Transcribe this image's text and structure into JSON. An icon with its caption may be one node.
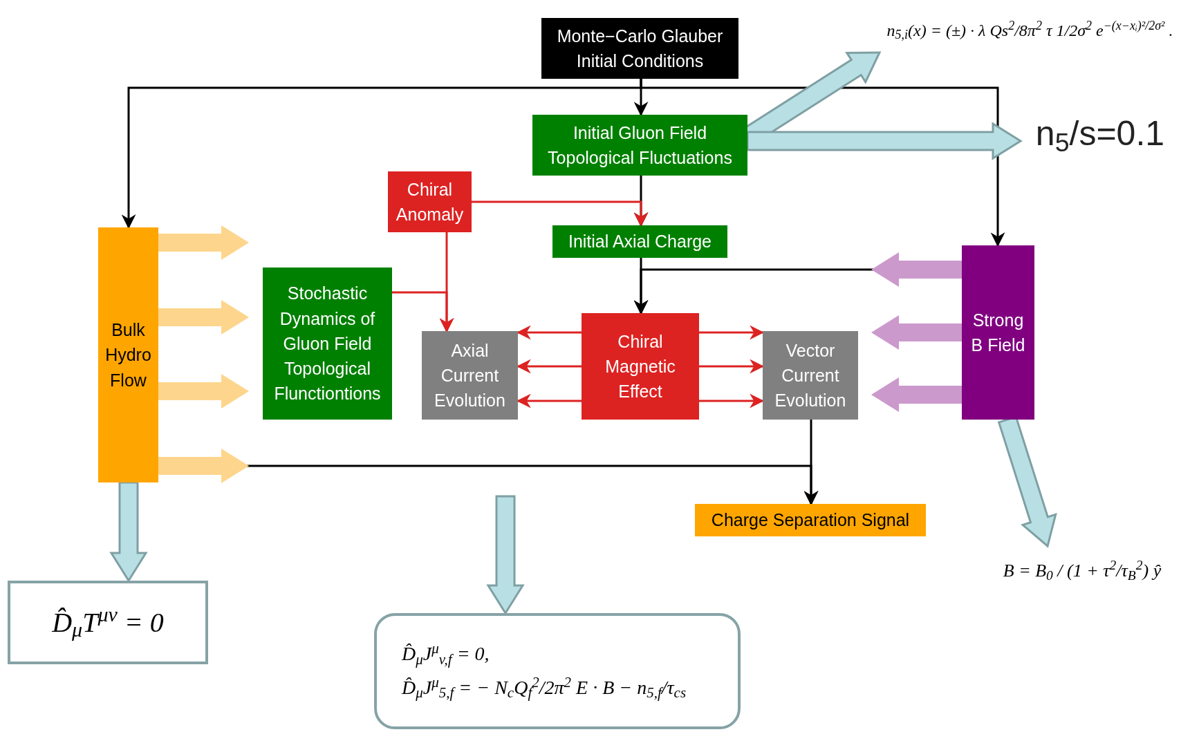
{
  "diagram": {
    "nodes": [
      {
        "text": [
          "Monte−Carlo Glauber Initial Conditions"
        ]
      },
      {
        "text": [
          "Initial Gluon Field Topological Fluctuations"
        ]
      },
      {
        "text": [
          "Chiral Anomaly"
        ]
      },
      {
        "text": [
          "Initial Axial Charge"
        ]
      },
      {
        "text": [
          "Bulk Hydro Flow"
        ]
      },
      {
        "text": [
          "Stochastic Dynamics of Gluon Field Topological Flunctiontions"
        ]
      },
      {
        "text": [
          "Axial Current Evolution"
        ]
      },
      {
        "text": [
          "Chiral Magnetic Effect"
        ]
      },
      {
        "text": [
          "Vector Current Evolution"
        ]
      },
      {
        "text": [
          "Strong B Field"
        ]
      },
      {
        "text": [
          "Charge Separation Signal"
        ]
      },
      {
        "text": [
          "n$_{5}$/s=0.1"
        ]
      },
      {
        "text": [
          "n$_{5,i}$(x) = (±) · λ Qs$^{2}$/8π$^{2}$ τ 1/2σ$^{2}$ e$^{−(x−xᵢ)²/2σ²}$ ."
        ]
      },
      {
        "text": [
          "B = B$_{0}$ / (1 + τ$^{2}$/τ$_{B}$$^{2}$) ŷ"
        ]
      },
      {
        "text": [
          "D̂$_{μ}$T$^{μν}$ = 0"
        ]
      },
      {
        "text": [
          "D̂$_{μ}$J$^{μ}$$_{v,f}$ = 0,",
          "D̂$_{μ}$J$^{μ}$$_{5,f}$ = − N$_{c}$Q$_{f}$$^{2}$/2π$^{2}$ E · B − n$_{5,f}$/τ$_{cs}$"
        ]
      }
    ],
    "edges": [
      {
        "from": 0,
        "to": 1,
        "arrow": "to",
        "color": "#000000"
      },
      {
        "from": 0,
        "to": 4,
        "arrow": "to",
        "color": "#000000"
      },
      {
        "from": 0,
        "to": 9,
        "arrow": "to",
        "color": "#000000"
      },
      {
        "from": 1,
        "to": 3,
        "arrow": "to",
        "color": "#000000"
      },
      {
        "from": 2,
        "to": 3,
        "arrow": "to",
        "color": "#dd2222"
      },
      {
        "from": 2,
        "to": 6,
        "arrow": "to",
        "color": "#dd2222"
      },
      {
        "from": 5,
        "to": 6,
        "arrow": "to",
        "color": "#dd2222"
      },
      {
        "from": 3,
        "to": 7,
        "arrow": "to",
        "color": "#000000"
      },
      {
        "from": 9,
        "to": 7,
        "arrow": "to",
        "color": "#000000"
      },
      {
        "from": 7,
        "to": 6,
        "arrow": "to",
        "color": "#dd2222"
      },
      {
        "from": 7,
        "to": 6,
        "arrow": "to",
        "color": "#dd2222"
      },
      {
        "from": 7,
        "to": 6,
        "arrow": "to",
        "color": "#dd2222"
      },
      {
        "from": 7,
        "to": 8,
        "arrow": "to",
        "color": "#dd2222"
      },
      {
        "from": 7,
        "to": 8,
        "arrow": "to",
        "color": "#dd2222"
      },
      {
        "from": 7,
        "to": 8,
        "arrow": "to",
        "color": "#dd2222"
      },
      {
        "from": 8,
        "to": 10,
        "arrow": "to",
        "color": "#000000"
      },
      {
        "from": 4,
        "to": 10,
        "arrow": "to",
        "color": "#000000"
      },
      {
        "from": 4,
        "to": null,
        "arrow": "to",
        "style": "thick",
        "color": "#fdd58c"
      },
      {
        "from": 4,
        "to": null,
        "arrow": "to",
        "style": "thick",
        "color": "#fdd58c"
      },
      {
        "from": 4,
        "to": null,
        "arrow": "to",
        "style": "thick",
        "color": "#fdd58c"
      },
      {
        "from": 4,
        "to": null,
        "arrow": "to",
        "style": "thick",
        "color": "#fdd58c"
      },
      {
        "from": 9,
        "to": null,
        "arrow": "to",
        "style": "thick",
        "color": "#cc99cc"
      },
      {
        "from": 9,
        "to": null,
        "arrow": "to",
        "style": "thick",
        "color": "#cc99cc"
      },
      {
        "from": 9,
        "to": null,
        "arrow": "to",
        "style": "thick",
        "color": "#cc99cc"
      },
      {
        "from": 1,
        "to": 12,
        "arrow": "to",
        "style": "thick",
        "color": "#b8e0e4"
      },
      {
        "from": 1,
        "to": 11,
        "arrow": "to",
        "style": "thick",
        "color": "#b8e0e4"
      },
      {
        "from": 9,
        "to": 13,
        "arrow": "to",
        "style": "thick",
        "color": "#b8e0e4"
      },
      {
        "from": 4,
        "to": 14,
        "arrow": "to",
        "style": "thick",
        "color": "#b8e0e4"
      },
      {
        "from": null,
        "to": 15,
        "arrow": "to",
        "style": "thick",
        "color": "#b8e0e4"
      }
    ]
  }
}
